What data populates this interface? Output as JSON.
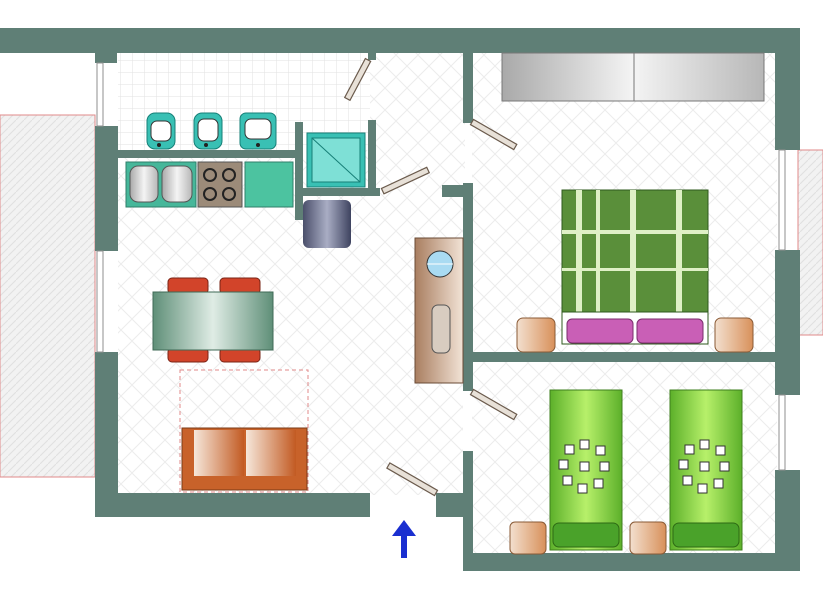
{
  "plan": {
    "colors": {
      "wall": "#5f7f76",
      "wall_edge": "#4f6b63",
      "floor_tile": "#e4e4e4",
      "terrace": "#e9e9e9",
      "terrace_border": "#e08a8a",
      "sofa": "#c8622a",
      "chair": "#d2442a",
      "table": "#6f9a84",
      "bed_green": "#5a8f3a",
      "bed_lime": "#8bd23c",
      "pillow_pink": "#c95fb6",
      "nightstand": "#e3a779",
      "fixture_teal": "#39c0b4",
      "arrow": "#1a2fd0"
    },
    "rooms": [
      {
        "id": "living-kitchen"
      },
      {
        "id": "bathroom"
      },
      {
        "id": "hallway"
      },
      {
        "id": "master-bedroom"
      },
      {
        "id": "twin-bedroom"
      }
    ],
    "icons": {
      "entrance": "entrance-arrow-icon",
      "door": "door-swing-icon",
      "flower": "flower-pattern-icon"
    }
  }
}
